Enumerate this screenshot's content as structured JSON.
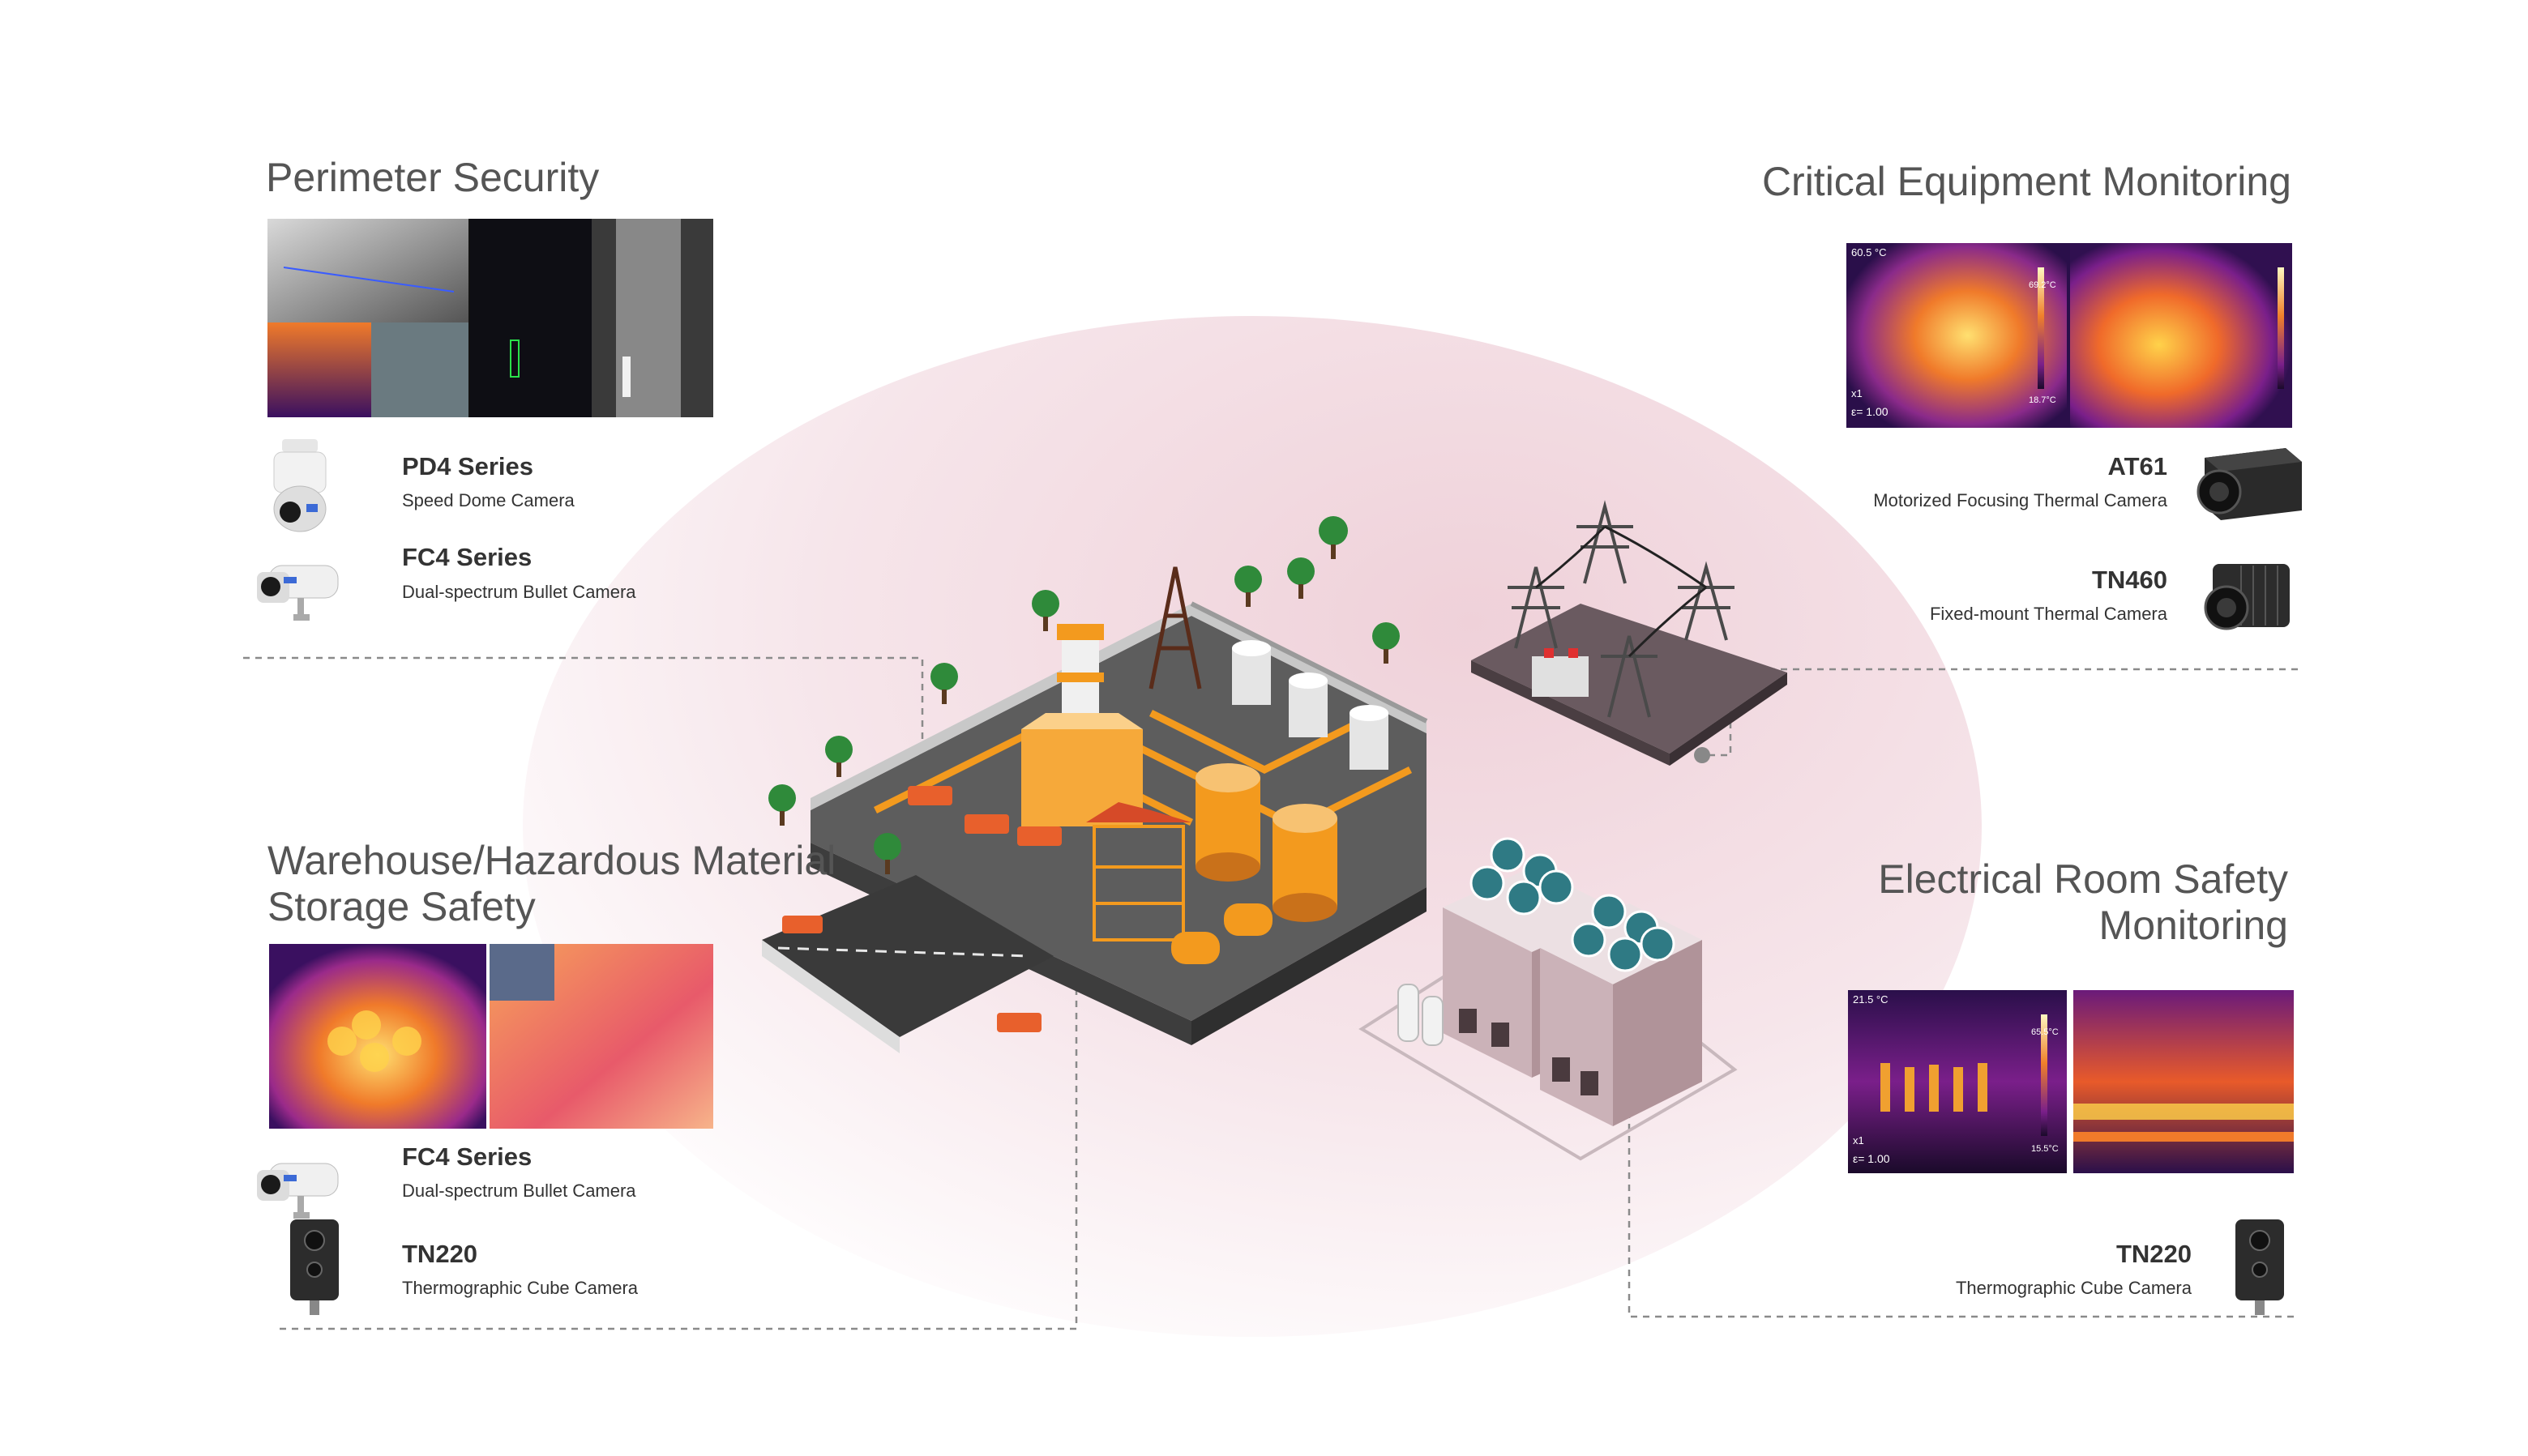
{
  "sections": {
    "perimeter": {
      "title": "Perimeter Security",
      "products": [
        {
          "name": "PD4 Series",
          "desc": "Speed Dome Camera",
          "icon": "speed-dome-camera-icon"
        },
        {
          "name": "FC4 Series",
          "desc": "Dual-spectrum Bullet Camera",
          "icon": "bullet-camera-icon"
        }
      ]
    },
    "critical": {
      "title": "Critical Equipment Monitoring",
      "products": [
        {
          "name": "AT61",
          "desc": "Motorized Focusing Thermal Camera",
          "icon": "box-thermal-camera-icon"
        },
        {
          "name": "TN460",
          "desc": "Fixed-mount Thermal Camera",
          "icon": "fixed-thermal-camera-icon"
        }
      ],
      "thumb_labels": {
        "temp1": "60.5 °C",
        "scale_hi": "69.2°C",
        "scale_lo": "18.7°C",
        "zoom": "x1",
        "emissivity": "ε= 1.00"
      }
    },
    "warehouse": {
      "title_line1": "Warehouse/Hazardous Material",
      "title_line2": "Storage Safety",
      "products": [
        {
          "name": "FC4 Series",
          "desc": "Dual-spectrum Bullet Camera",
          "icon": "bullet-camera-icon"
        },
        {
          "name": "TN220",
          "desc": "Thermographic Cube Camera",
          "icon": "cube-camera-icon"
        }
      ]
    },
    "electrical": {
      "title_line1": "Electrical Room Safety",
      "title_line2": "Monitoring",
      "products": [
        {
          "name": "TN220",
          "desc": "Thermographic Cube Camera",
          "icon": "cube-camera-icon"
        }
      ],
      "thumb_labels": {
        "temp1": "21.5 °C",
        "scale_hi": "65.5°C",
        "scale_lo": "15.5°C",
        "zoom": "x1",
        "emissivity": "ε= 1.00"
      }
    }
  },
  "colors": {
    "ellipse": "#f2d9df",
    "thermal_hot": "#ffcf3a",
    "thermal_mid": "#f0602a",
    "thermal_cool": "#7a1f8a",
    "thermal_cold": "#2a0f4a",
    "dash_line": "#888888",
    "pipe_orange": "#f39a1e"
  }
}
